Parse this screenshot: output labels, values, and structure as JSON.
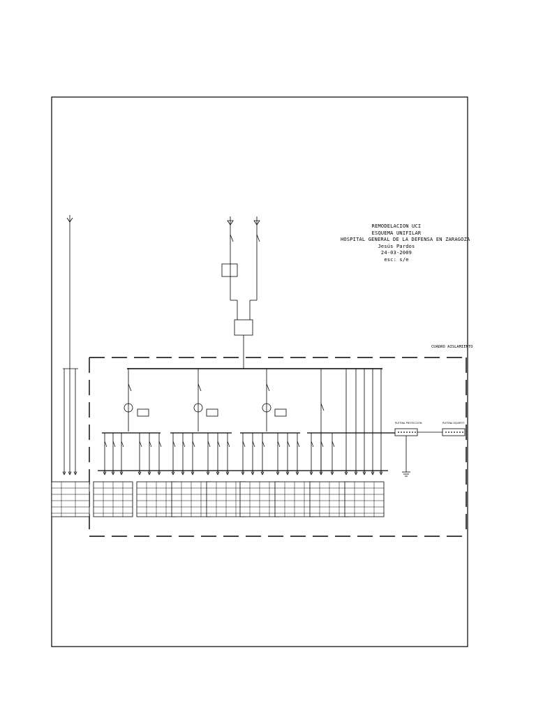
{
  "title_block": {
    "line1": "REMODELACION UCI",
    "line2": "ESQUEMA UNIFILAR",
    "line3": "HOSPITAL GENERAL DE LA DEFENSA EN ZARAGOZA",
    "line4": "Jesús Pardos",
    "line5": "24-03-2009",
    "line6": "esc: s/e"
  },
  "cuadro_label": "CUADRO AISLAMIENTO",
  "pletina_proteccion": "PLETINA PROTECCION",
  "pletina_equipot": "PLETINA EQUIPOT."
}
